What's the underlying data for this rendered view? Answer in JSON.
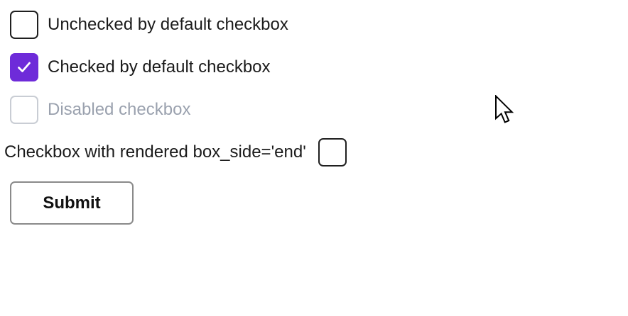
{
  "page": {
    "background": "#ffffff"
  },
  "checkboxes": [
    {
      "label": "Unchecked by default checkbox",
      "state": "unchecked",
      "box_side": "start"
    },
    {
      "label": "Checked by default checkbox",
      "state": "checked",
      "box_side": "start"
    },
    {
      "label": "Disabled checkbox",
      "state": "disabled",
      "box_side": "start"
    },
    {
      "label": "Checkbox with rendered box_side='end'",
      "state": "unchecked",
      "box_side": "end"
    }
  ],
  "button": {
    "label": "Submit"
  },
  "colors": {
    "checked_fill": "#6e2bd9",
    "checkmark": "#ffffff",
    "checkbox_border": "#1f1f1f",
    "disabled_border": "#c9cdd4",
    "disabled_text": "#9aa1ae",
    "label_text": "#1b1b1b",
    "button_border": "#8a8a8a",
    "button_text": "#111111"
  }
}
